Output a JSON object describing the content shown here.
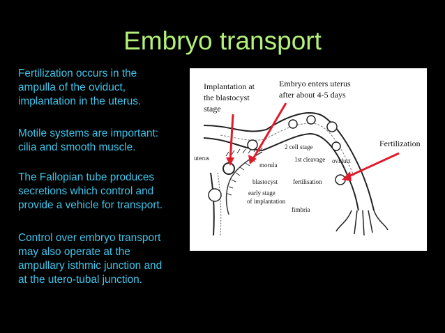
{
  "slide": {
    "title": "Embryo transport",
    "paragraphs": [
      [
        "Fertilization occurs in the",
        "ampulla of the oviduct,",
        "implantation in the uterus."
      ],
      [
        "Motile systems are important:",
        "cilia and smooth muscle."
      ],
      [
        "The Fallopian tube produces",
        "secretions which control and",
        "provide a vehicle for transport."
      ],
      [
        "Control over embryo transport",
        "may also operate at the",
        "ampullary isthmic junction and",
        "at the utero-tubal junction."
      ]
    ]
  },
  "diagram": {
    "callouts": {
      "implantation": [
        "Implantation at",
        "the blastocyst",
        "stage"
      ],
      "embryo_enters": [
        "Embryo enters uterus",
        "after about 4-5 days"
      ],
      "fertilization": "Fertilization"
    },
    "labels": {
      "uterus": "uterus",
      "two_cell": "2 cell stage",
      "first_cleavage": "1st cleavage",
      "oviduct": "oviduct",
      "morula": "morula",
      "blastocyst": "blastocyst",
      "fertilisation": "fertilisation",
      "early_stage": "early stage",
      "of_implantation": "of implantation",
      "fimbria": "fimbria"
    },
    "arrow_color": "#e01b2a"
  }
}
